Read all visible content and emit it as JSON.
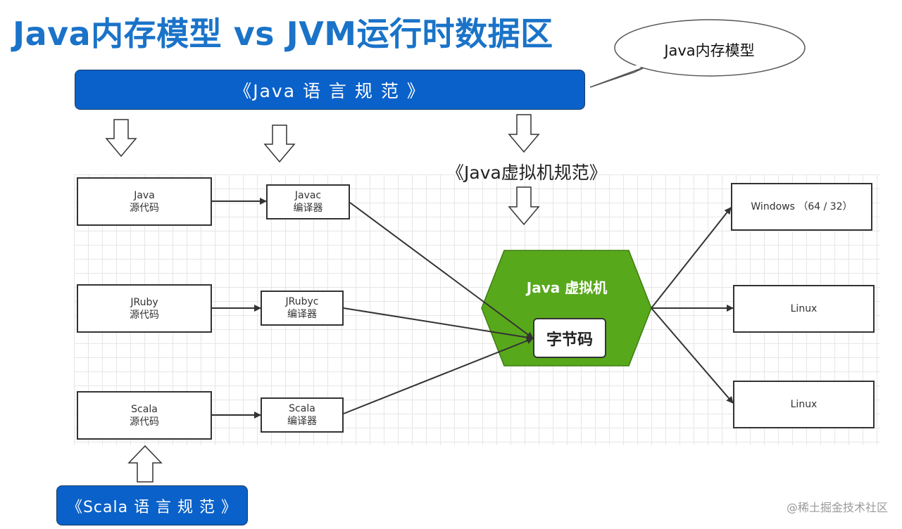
{
  "title": "Java内存模型 vs JVM运行时数据区",
  "speech_bubble": "Java内存模型",
  "java_spec_banner": "《Java 语 言 规 范 》",
  "jvm_spec_label": "《Java虚拟机规范》",
  "scala_spec_banner": "《Scala 语 言 规 范 》",
  "sources": [
    {
      "line1": "Java",
      "line2": "源代码"
    },
    {
      "line1": "JRuby",
      "line2": "源代码"
    },
    {
      "line1": "Scala",
      "line2": "源代码"
    }
  ],
  "compilers": [
    {
      "line1": "Javac",
      "line2": "编译器"
    },
    {
      "line1": "JRubyc",
      "line2": "编译器"
    },
    {
      "line1": "Scala",
      "line2": "编译器"
    }
  ],
  "jvm": {
    "title": "Java 虚拟机",
    "bytecode": "字节码"
  },
  "platforms": [
    "Windows （64 / 32）",
    "Linux",
    "Linux"
  ],
  "watermark": "@稀土掘金技术社区",
  "colors": {
    "title": "#1a73c8",
    "banner": "#0a61c9",
    "jvm_green": "#58a81c"
  }
}
